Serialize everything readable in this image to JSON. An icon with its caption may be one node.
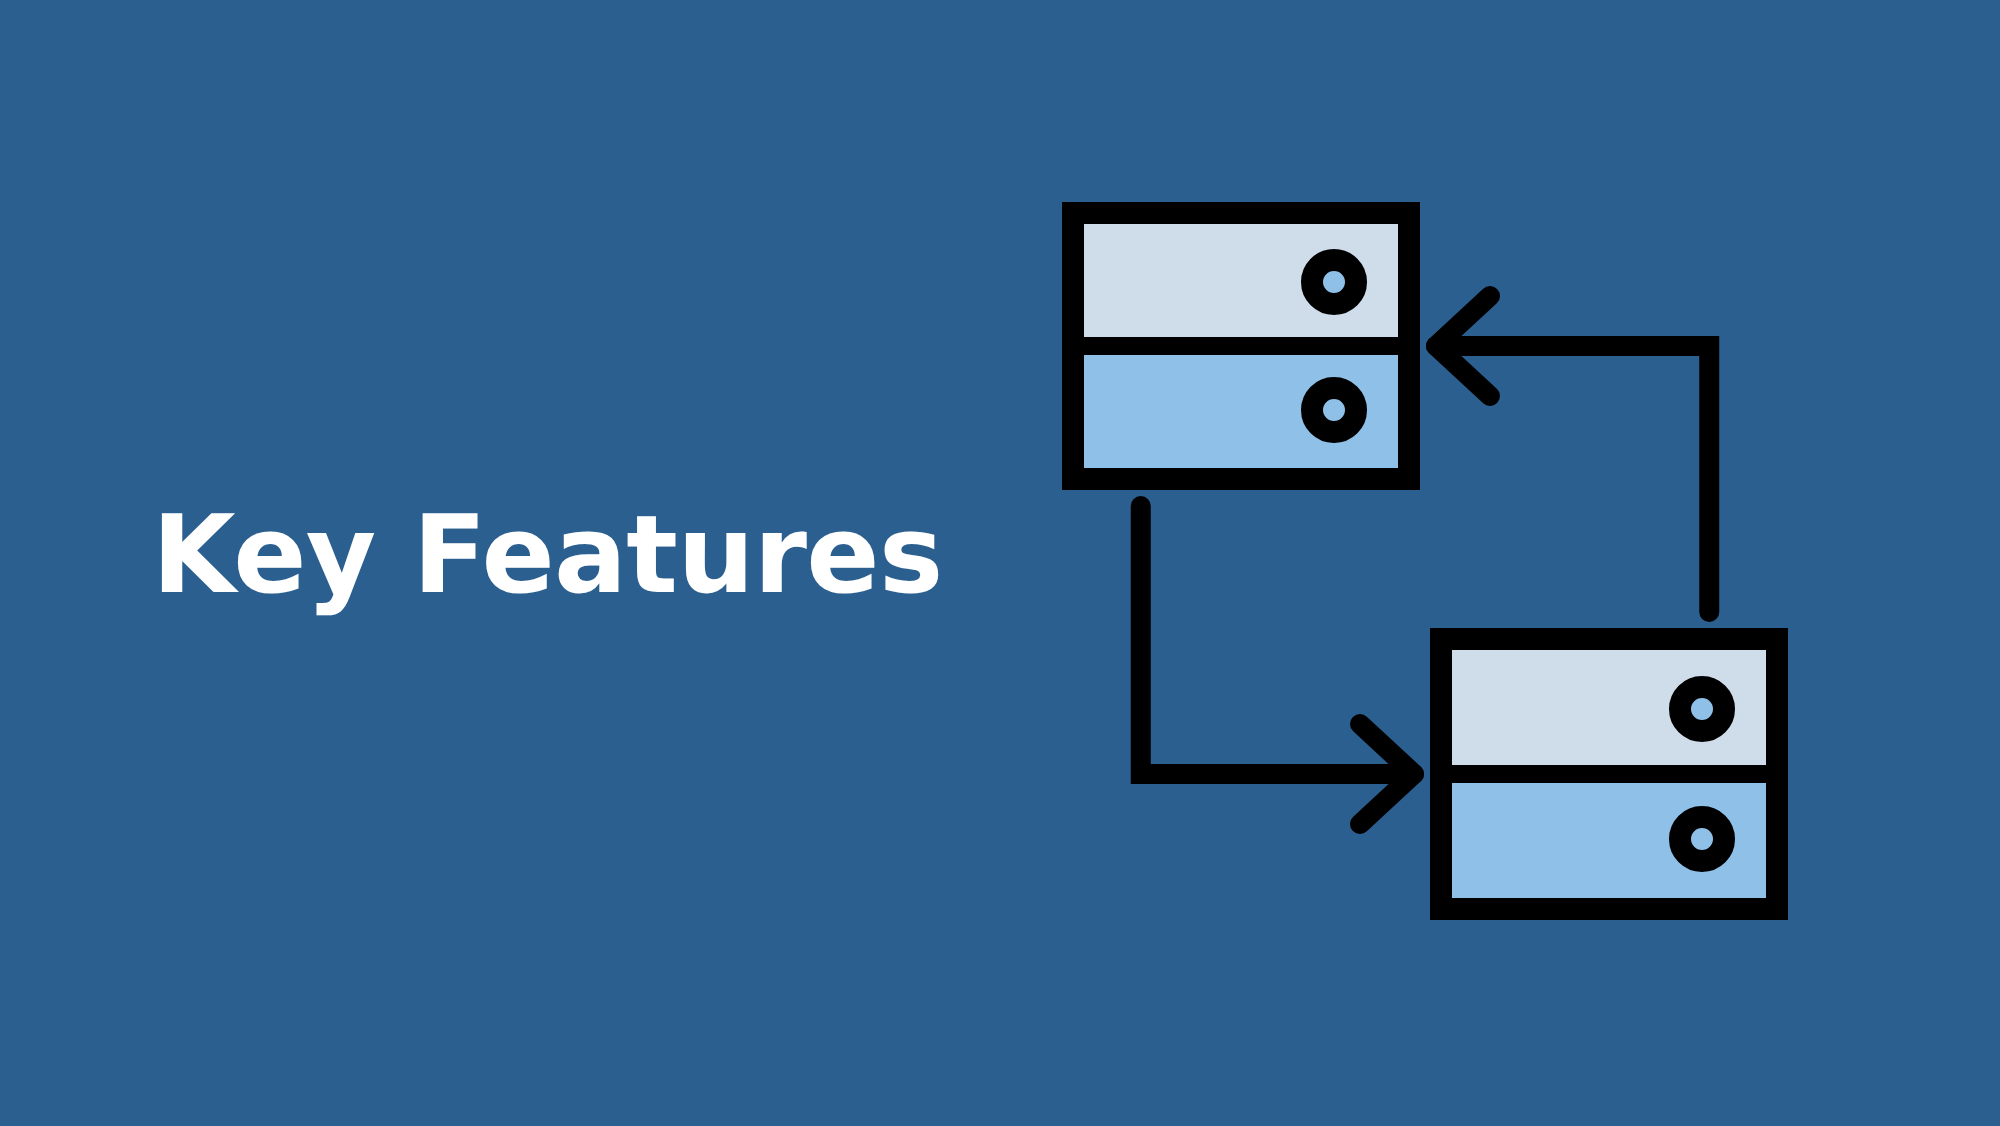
{
  "diagram": {
    "title": "Key Features",
    "nodes": [
      {
        "text": [],
        "shape": "server"
      },
      {
        "text": [],
        "shape": "server"
      }
    ],
    "edges": [
      {
        "from": 1,
        "to": 0,
        "arrow": "to"
      },
      {
        "from": 0,
        "to": 1,
        "arrow": "to"
      }
    ]
  }
}
